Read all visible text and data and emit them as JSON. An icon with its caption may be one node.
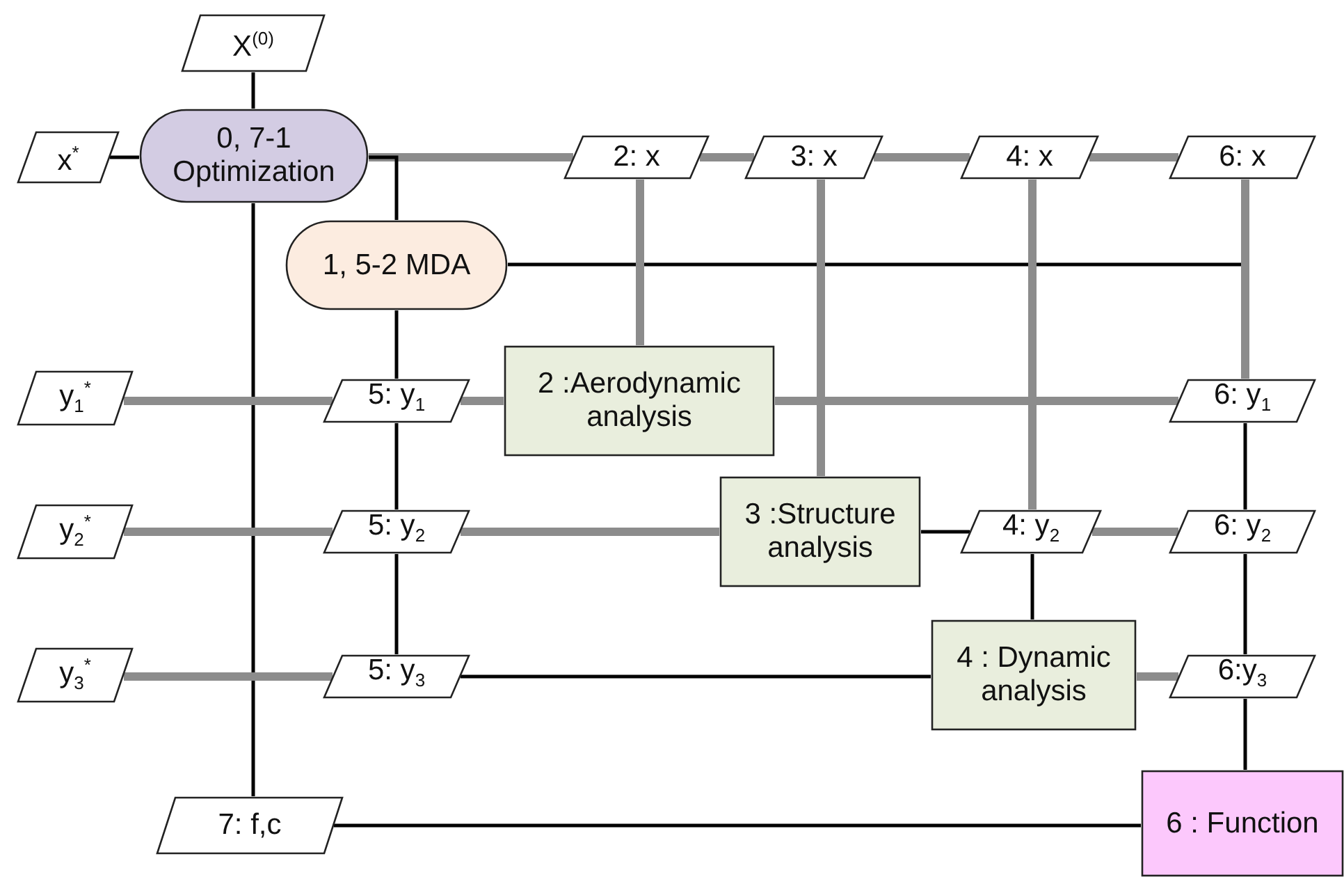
{
  "diagram": {
    "nodes": [
      {
        "text": [
          "X$^{(0)}$"
        ]
      },
      {
        "text": [
          "x$^{*}$"
        ]
      },
      {
        "text": [
          "0, 7-1 Optimization"
        ]
      },
      {
        "text": [
          "2: x"
        ]
      },
      {
        "text": [
          "3: x"
        ]
      },
      {
        "text": [
          "4: x"
        ]
      },
      {
        "text": [
          "6: x"
        ]
      },
      {
        "text": [
          "1, 5-2 MDA"
        ]
      },
      {
        "text": [
          "y$_{1}$$^{*}$"
        ]
      },
      {
        "text": [
          "5: y$_{1}$"
        ]
      },
      {
        "text": [
          "2 :Aerodynamic analysis"
        ]
      },
      {
        "text": [
          "6: y$_{1}$"
        ]
      },
      {
        "text": [
          "y$_{2}$$^{*}$"
        ]
      },
      {
        "text": [
          "5: y$_{2}$"
        ]
      },
      {
        "text": [
          "3 :Structure analysis"
        ]
      },
      {
        "text": [
          "4: y$_{2}$"
        ]
      },
      {
        "text": [
          "6: y$_{2}$"
        ]
      },
      {
        "text": [
          "y$_{3}$$^{*}$"
        ]
      },
      {
        "text": [
          "5: y$_{3}$"
        ]
      },
      {
        "text": [
          "4 : Dynamic analysis"
        ]
      },
      {
        "text": [
          "6:y$_{3}$"
        ]
      },
      {
        "text": [
          "7: f,c"
        ]
      },
      {
        "text": [
          "6 : Function"
        ]
      }
    ],
    "edges": [
      {
        "from": 0,
        "to": 2,
        "arrow": "none",
        "color": "#000000"
      },
      {
        "from": 1,
        "to": 2,
        "arrow": "none",
        "color": "#000000"
      },
      {
        "from": 2,
        "to": 3,
        "arrow": "none"
      },
      {
        "from": 3,
        "to": 4,
        "arrow": "none"
      },
      {
        "from": 4,
        "to": 5,
        "arrow": "none"
      },
      {
        "from": 5,
        "to": 6,
        "arrow": "none"
      },
      {
        "from": 2,
        "to": 7,
        "arrow": "none",
        "color": "#000000"
      },
      {
        "from": 2,
        "to": 21,
        "arrow": "none",
        "color": "#000000"
      },
      {
        "from": 7,
        "to": 11,
        "arrow": "none",
        "color": "#000000"
      },
      {
        "from": 3,
        "to": 10,
        "arrow": "none"
      },
      {
        "from": 4,
        "to": 14,
        "arrow": "none"
      },
      {
        "from": 5,
        "to": 15,
        "arrow": "none"
      },
      {
        "from": 6,
        "to": 11,
        "arrow": "none"
      },
      {
        "from": 7,
        "to": 9,
        "arrow": "none",
        "color": "#000000"
      },
      {
        "from": 8,
        "to": 9,
        "arrow": "none"
      },
      {
        "from": 9,
        "to": 10,
        "arrow": "none"
      },
      {
        "from": 10,
        "to": 11,
        "arrow": "none"
      },
      {
        "from": 9,
        "to": 13,
        "arrow": "none",
        "color": "#000000"
      },
      {
        "from": 12,
        "to": 13,
        "arrow": "none"
      },
      {
        "from": 13,
        "to": 14,
        "arrow": "none"
      },
      {
        "from": 14,
        "to": 15,
        "arrow": "none",
        "color": "#000000"
      },
      {
        "from": 15,
        "to": 16,
        "arrow": "none"
      },
      {
        "from": 11,
        "to": 16,
        "arrow": "none",
        "color": "#000000"
      },
      {
        "from": 13,
        "to": 18,
        "arrow": "none",
        "color": "#000000"
      },
      {
        "from": 17,
        "to": 18,
        "arrow": "none"
      },
      {
        "from": 18,
        "to": 19,
        "arrow": "none",
        "color": "#000000"
      },
      {
        "from": 15,
        "to": 19,
        "arrow": "none",
        "color": "#000000"
      },
      {
        "from": 19,
        "to": 20,
        "arrow": "none"
      },
      {
        "from": 16,
        "to": 20,
        "arrow": "none",
        "color": "#000000"
      },
      {
        "from": 20,
        "to": 22,
        "arrow": "none",
        "color": "#000000"
      },
      {
        "from": 21,
        "to": 22,
        "arrow": "none",
        "color": "#000000"
      }
    ]
  }
}
